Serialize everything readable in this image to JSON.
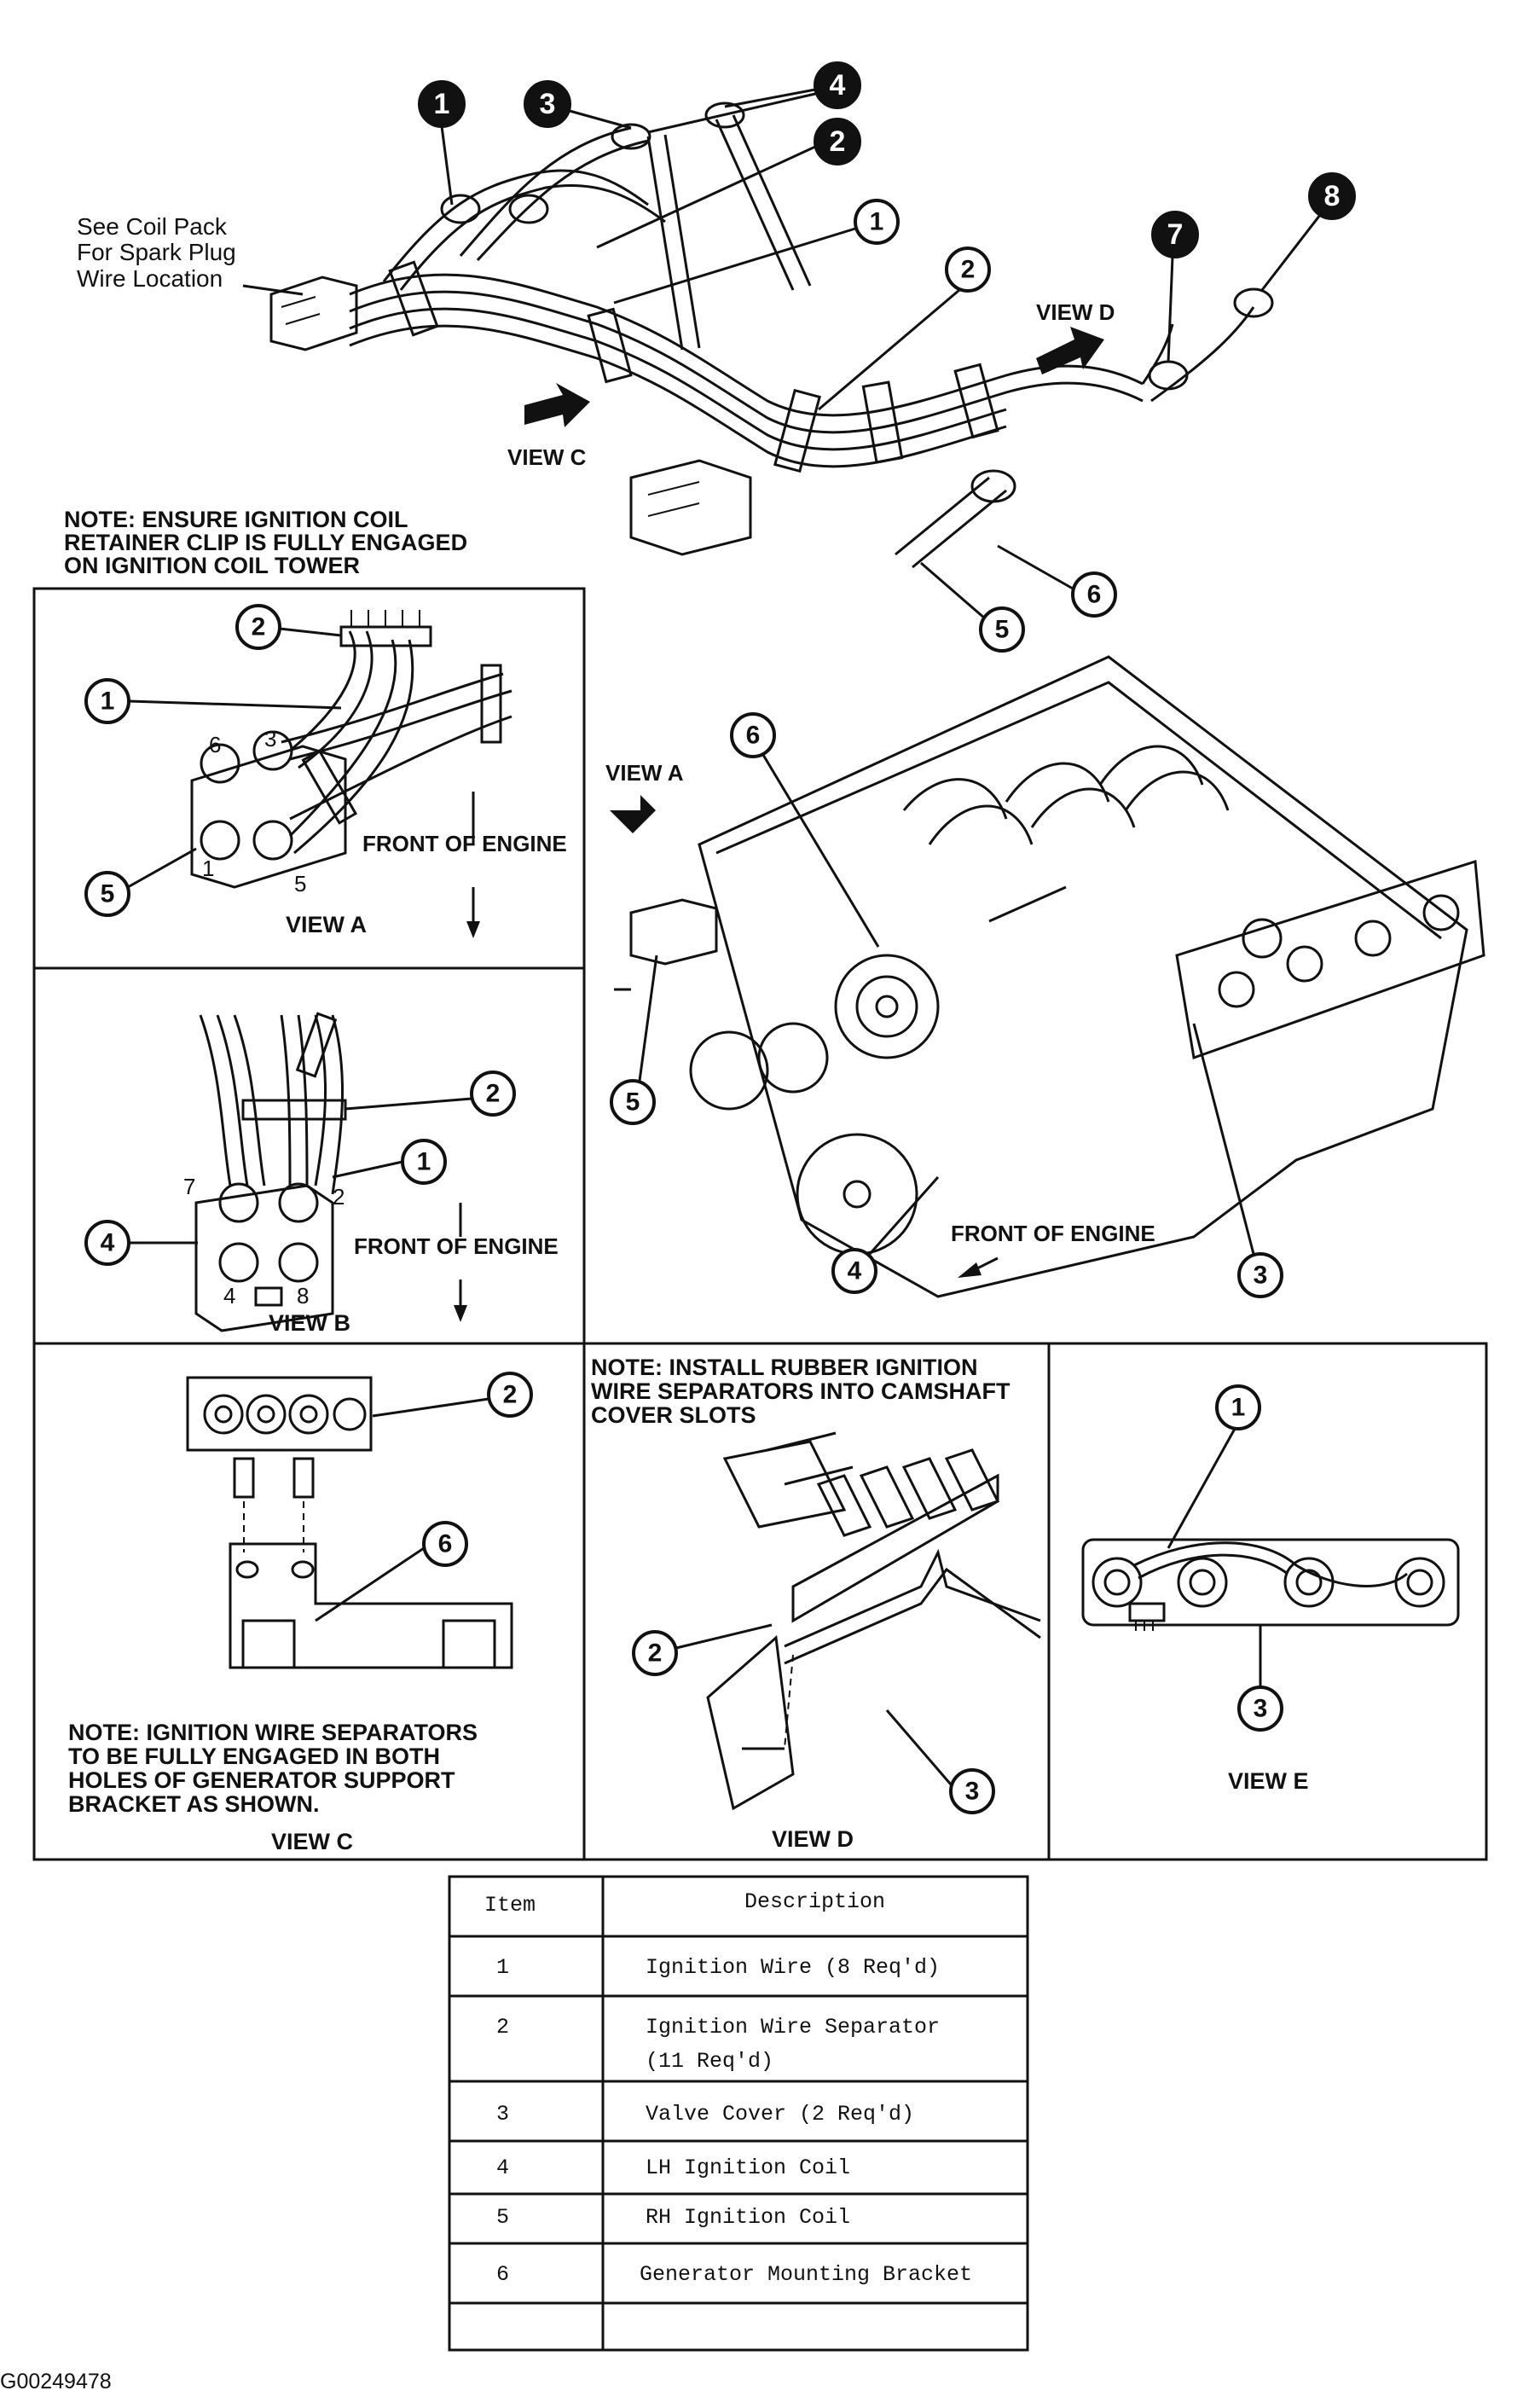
{
  "labels": {
    "see_coil_line1": "See Coil Pack",
    "see_coil_line2": "For Spark Plug",
    "see_coil_line3": "Wire Location",
    "view_c_arrow": "VIEW C",
    "view_d_arrow": "VIEW D",
    "view_a_arrow": "VIEW A",
    "note_a_line1": "NOTE: ENSURE IGNITION COIL",
    "note_a_line2": "RETAINER CLIP IS FULLY ENGAGED",
    "note_a_line3": "ON IGNITION COIL TOWER",
    "front_of_engine_a": "FRONT OF ENGINE",
    "front_of_engine_b": "FRONT OF ENGINE",
    "front_of_engine_main": "FRONT OF ENGINE",
    "view_a": "VIEW A",
    "view_b": "VIEW B",
    "view_c": "VIEW C",
    "view_d": "VIEW D",
    "view_e": "VIEW E",
    "note_c_line1": "NOTE: IGNITION WIRE SEPARATORS",
    "note_c_line2": "TO BE FULLY ENGAGED IN BOTH",
    "note_c_line3": "HOLES OF GENERATOR SUPPORT",
    "note_c_line4": "BRACKET AS SHOWN.",
    "note_d_line1": "NOTE: INSTALL RUBBER IGNITION",
    "note_d_line2": "WIRE SEPARATORS INTO CAMSHAFT",
    "note_d_line3": "COVER SLOTS",
    "figure_id": "G00249478"
  },
  "coil_numbers": {
    "a_6": "6",
    "a_3": "3",
    "a_1": "1",
    "a_5": "5",
    "b_7": "7",
    "b_2": "2",
    "b_4": "4",
    "b_8": "8"
  },
  "callouts": {
    "top_d1": "1",
    "top_d3": "3",
    "top_d4": "4",
    "top_d2": "2",
    "top_d7": "7",
    "top_d8": "8",
    "top_1": "1",
    "top_2": "2",
    "top_5": "5",
    "top_6": "6",
    "a_2": "2",
    "a_1": "1",
    "a_5": "5",
    "b_2": "2",
    "b_1": "1",
    "b_4": "4",
    "main_6": "6",
    "main_5": "5",
    "main_4": "4",
    "main_3": "3",
    "c_2": "2",
    "c_6": "6",
    "d_2": "2",
    "d_3": "3",
    "e_1": "1",
    "e_3": "3"
  },
  "table": {
    "headers": [
      "Item",
      "Description"
    ],
    "rows": [
      {
        "item": "1",
        "desc": [
          "Ignition Wire (8 Req'd)"
        ]
      },
      {
        "item": "2",
        "desc": [
          "Ignition Wire Separator",
          "(11 Req'd)"
        ]
      },
      {
        "item": "3",
        "desc": [
          "Valve Cover (2 Req'd)"
        ]
      },
      {
        "item": "4",
        "desc": [
          "LH Ignition Coil"
        ]
      },
      {
        "item": "5",
        "desc": [
          "RH Ignition Coil"
        ]
      },
      {
        "item": "6",
        "desc": [
          "Generator Mounting Bracket"
        ]
      }
    ]
  }
}
